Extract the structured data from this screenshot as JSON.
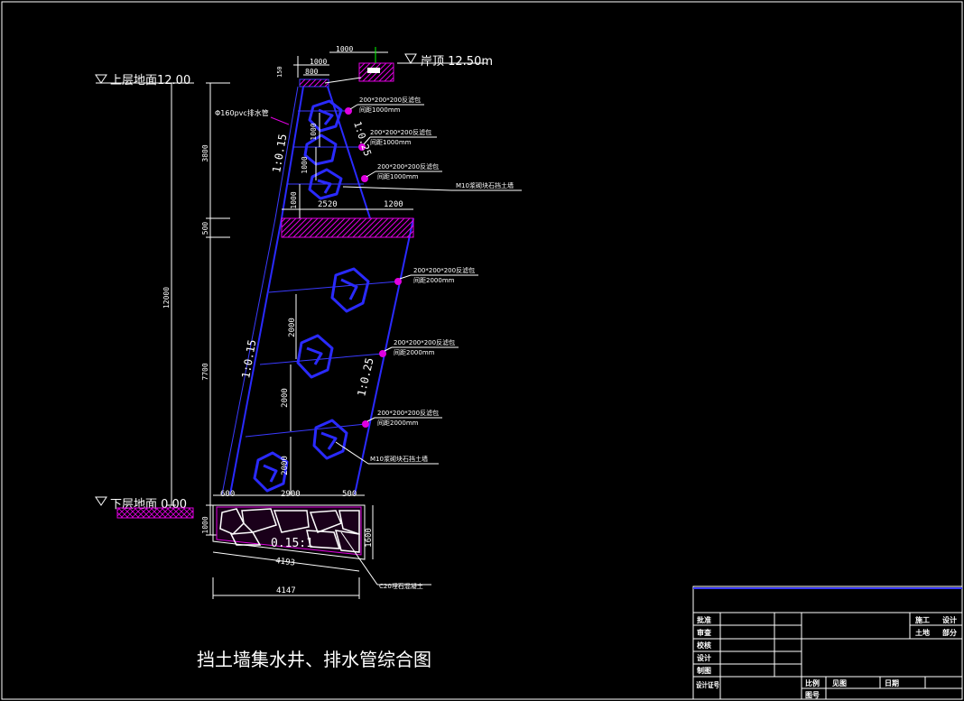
{
  "drawing": {
    "title": "挡土墙集水井、排水管综合图",
    "elevations": {
      "top_bank": "岸顶 12.50m",
      "upper_ground": "上层地面12.00",
      "lower_ground": "下层地面 0.00"
    },
    "slopes": {
      "front_upper": "1:0.15",
      "back_upper": "1:0.25",
      "front_lower": "1:0.15",
      "back_lower": "1:0.25",
      "base": "0.15:1"
    },
    "labels": {
      "pvc_pipe": "Φ160pvc排水管",
      "filter_upper": [
        "200*200*200反滤包",
        "间距1000mm"
      ],
      "filter_2": [
        "200*200*200反滤包",
        "间距1000mm"
      ],
      "filter_3": [
        "200*200*200反滤包",
        "间距1000mm"
      ],
      "wall_upper": "M10浆砌块石挡土墙",
      "filter_4": [
        "200*200*200反滤包",
        "间距2000mm"
      ],
      "filter_5": [
        "200*200*200反滤包",
        "间距2000mm"
      ],
      "filter_6": [
        "200*200*200反滤包",
        "间距2000mm"
      ],
      "wall_lower": "M10浆砌块石挡土墙",
      "concrete": "C20埋石混凝土"
    },
    "dimensions": {
      "top_1000a": "1000",
      "top_1000b": "1000",
      "top_800": "800",
      "top_150": "150",
      "left_3800": "3800",
      "left_500": "500",
      "left_12000": "12000",
      "left_7700": "7700",
      "left_1000": "1000",
      "upper_1000a": "1000",
      "upper_1000b": "1000",
      "upper_1000c": "1000",
      "mid_2520": "2520",
      "mid_1200": "1200",
      "lower_2000a": "2000",
      "lower_2000b": "2000",
      "lower_2000c": "2000",
      "base_600": "600",
      "base_2900": "2900",
      "base_500": "500",
      "base_1600": "1600",
      "base_4193": "4193",
      "base_4147": "4147"
    }
  },
  "title_block": {
    "rows": [
      "批准",
      "审查",
      "校核",
      "设计",
      "制图",
      "设计证号"
    ],
    "right_top": [
      "施工",
      "设计",
      "土地",
      "部分"
    ],
    "bottom": [
      "比例",
      "见图",
      "日期",
      "图号"
    ]
  },
  "colors": {
    "background": "#000000",
    "structure": "#2a2aff",
    "annotation": "#ffffff",
    "hatch": "#e000e0"
  }
}
